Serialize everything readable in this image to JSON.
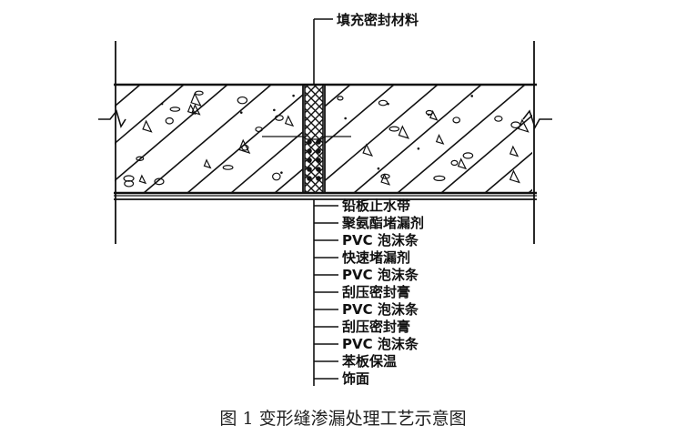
{
  "diagram": {
    "top_label": "填充密封材料",
    "layers": [
      "铅板止水带",
      "聚氨酯堵漏剂",
      "PVC 泡沫条",
      "快速堵漏剂",
      "PVC 泡沫条",
      "刮压密封膏",
      "PVC 泡沫条",
      "刮压密封膏",
      "PVC 泡沫条",
      "苯板保温",
      "饰面"
    ],
    "caption": "图 1  变形缝渗漏处理工艺示意图"
  },
  "colors": {
    "ink": "#111111",
    "caption": "#222222",
    "background": "#ffffff"
  }
}
